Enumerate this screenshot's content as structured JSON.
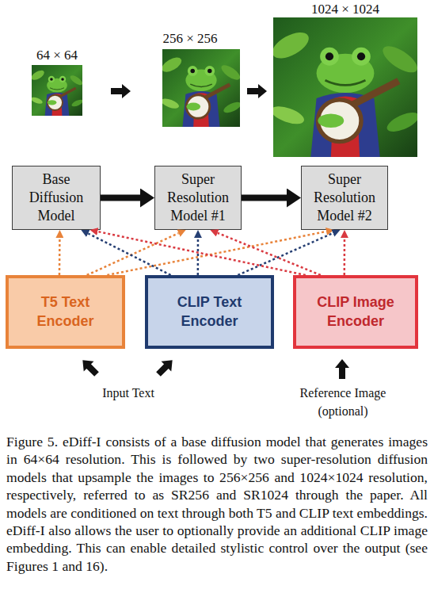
{
  "diagram": {
    "caption": "Figure 5. eDiff-I consists of a base diffusion model that generates images in 64×64 resolution. This is followed by two super-resolution diffusion models that upsample the images to 256×256 and 1024×1024 resolution, respectively, referred to as SR256 and SR1024 through the paper. All models are conditioned on text through both T5 and CLIP text embeddings. eDiff-I also allows the user to optionally provide an additional CLIP image embedding. This can enable detailed stylistic control over the output (see Figures 1 and 16).",
    "nodes": [
      {
        "text": [
          "Base Diffusion Model"
        ]
      },
      {
        "text": [
          "Super Resolution Model #1"
        ]
      },
      {
        "text": [
          "Super Resolution Model #2"
        ]
      },
      {
        "text": [
          "T5 Text Encoder"
        ]
      },
      {
        "text": [
          "CLIP Text Encoder"
        ]
      },
      {
        "text": [
          "CLIP Image Encoder"
        ]
      }
    ],
    "edges": [
      {
        "from": 0,
        "to": 1,
        "arrow": "to"
      },
      {
        "from": 1,
        "to": 2,
        "arrow": "to"
      },
      {
        "from": 3,
        "to": 0,
        "arrow": "to"
      },
      {
        "from": 3,
        "to": 1,
        "arrow": "to"
      },
      {
        "from": 3,
        "to": 2,
        "arrow": "to"
      },
      {
        "from": 4,
        "to": 0,
        "arrow": "to"
      },
      {
        "from": 4,
        "to": 1,
        "arrow": "to"
      },
      {
        "from": 4,
        "to": 2,
        "arrow": "to"
      },
      {
        "from": 5,
        "to": 0,
        "arrow": "to"
      },
      {
        "from": 5,
        "to": 1,
        "arrow": "to"
      },
      {
        "from": 5,
        "to": 2,
        "arrow": "to"
      }
    ],
    "labels": [
      "64 × 64",
      "256 × 256",
      "1024 × 1024",
      "Input Text",
      "Reference Image (optional)"
    ]
  }
}
